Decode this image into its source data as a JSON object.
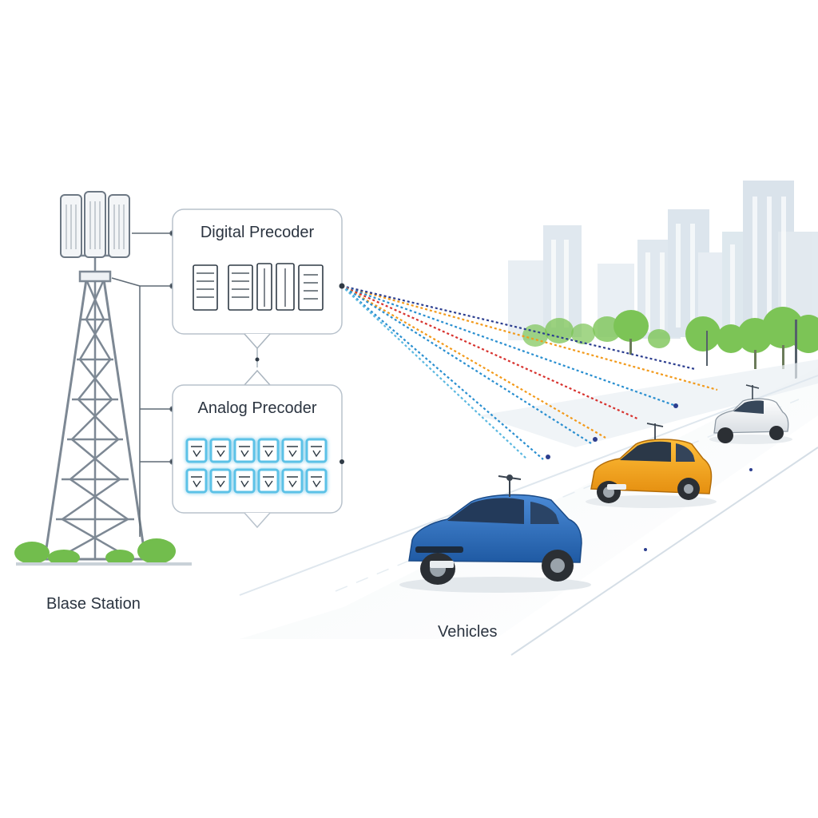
{
  "labels": {
    "digital_precoder": "Digital Precoder",
    "analog_precoder": "Analog Precoder",
    "base_station": "Blase Station",
    "vehicles": "Vehicles"
  },
  "colors": {
    "tower": "#7d8894",
    "box_border": "#b8c2cc",
    "analog_glow": "#5bc2e7",
    "car_blue": "#2f6fb8",
    "car_yellow": "#f2a51e",
    "car_white": "#f4f6f8",
    "beam_red": "#d7332f",
    "beam_orange": "#f29a1b",
    "beam_blue": "#2a8fd0",
    "beam_navy": "#2c3e8f",
    "trees": "#6fbf4a",
    "buildings": "#dde7ef"
  },
  "icons": [
    "antenna-panel-icon",
    "digital-module-icon",
    "analog-module-icon",
    "vehicle-antenna-icon"
  ]
}
